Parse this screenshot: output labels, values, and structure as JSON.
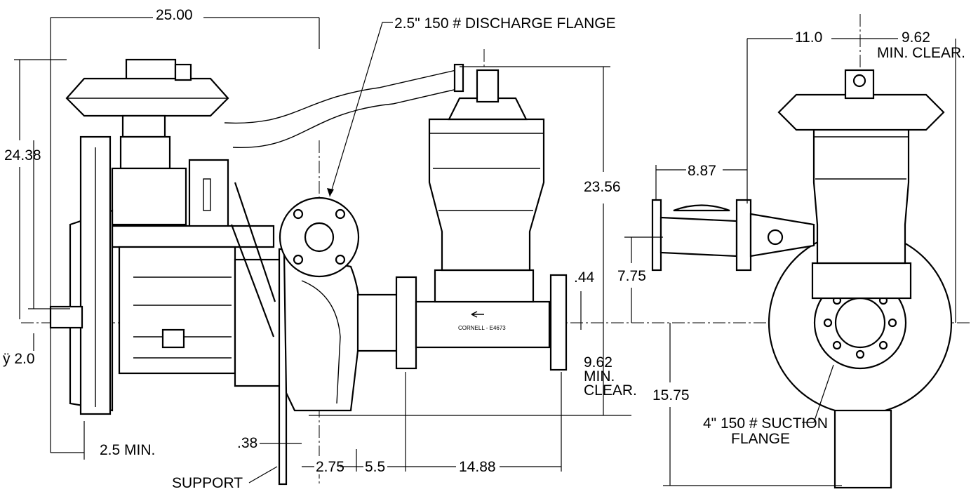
{
  "drawing": {
    "dimensions": {
      "overall_length": "25.00",
      "total_height": "24.38",
      "shaft_offset": "ÿ 2.0",
      "min_clearance_left": "2.5 MIN.",
      "support_thickness": ".38",
      "support": "SUPPORT",
      "offset_2_75": "2.75",
      "offset_5_5": "5.5",
      "pipe_length": "14.88",
      "valve_height": "23.56",
      "flange_offset": ".44",
      "min_clear_bottom": [
        "9.62",
        "MIN.",
        "CLEAR."
      ],
      "end_width_11": "11.0",
      "end_min_clear": [
        "9.62",
        "MIN. CLEAR."
      ],
      "end_8_87": "8.87",
      "end_7_75": "7.75",
      "end_15_75": "15.75"
    },
    "callouts": {
      "discharge_flange": "2.5\" 150 # DISCHARGE FLANGE",
      "suction_flange": [
        "4\" 150 # SUCTION",
        "FLANGE"
      ],
      "pipe_marking": "CORNELL - E4673"
    }
  }
}
